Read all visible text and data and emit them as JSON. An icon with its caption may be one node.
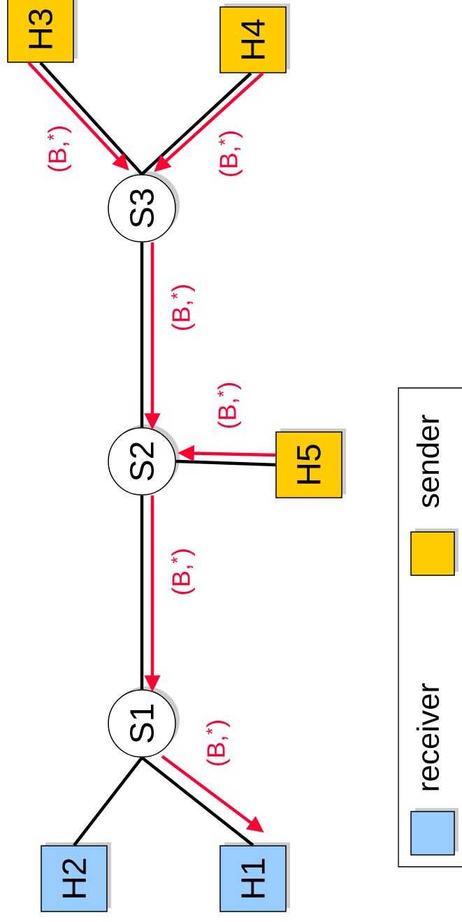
{
  "diagram": {
    "nodes": [
      {
        "text": [
          "H3"
        ]
      },
      {
        "text": [
          "H4"
        ]
      },
      {
        "text": [
          "S3"
        ]
      },
      {
        "text": [
          "S2"
        ]
      },
      {
        "text": [
          "H5"
        ]
      },
      {
        "text": [
          "S1"
        ]
      },
      {
        "text": [
          "H2"
        ]
      },
      {
        "text": [
          "H1"
        ]
      }
    ],
    "edges": [
      {
        "from": 0,
        "to": 2,
        "arrow": "none"
      },
      {
        "from": 0,
        "to": 2,
        "arrow": "to",
        "color": "#ff0033",
        "label": "(B,$^{*}$)"
      },
      {
        "from": 1,
        "to": 2,
        "arrow": "none"
      },
      {
        "from": 1,
        "to": 2,
        "arrow": "to",
        "color": "#ff0033",
        "label": "(B,$^{*}$)"
      },
      {
        "from": 2,
        "to": 3,
        "arrow": "none"
      },
      {
        "from": 2,
        "to": 3,
        "arrow": "to",
        "color": "#ff0033",
        "label": "(B,$^{*}$)"
      },
      {
        "from": 4,
        "to": 3,
        "arrow": "none"
      },
      {
        "from": 4,
        "to": 3,
        "arrow": "to",
        "color": "#ff0033",
        "label": "(B,$^{*}$)"
      },
      {
        "from": 3,
        "to": 5,
        "arrow": "none"
      },
      {
        "from": 3,
        "to": 5,
        "arrow": "to",
        "color": "#ff0033",
        "label": "(B,$^{*}$)"
      },
      {
        "from": 5,
        "to": 6,
        "arrow": "none"
      },
      {
        "from": 5,
        "to": 7,
        "arrow": "none"
      },
      {
        "from": 5,
        "to": 7,
        "arrow": "to",
        "color": "#ff0033",
        "label": "(B,$^{*}$)"
      }
    ],
    "legend": [
      {
        "text": "receiver",
        "color": "#99ccff"
      },
      {
        "text": "sender",
        "color": "#ffcc00"
      }
    ]
  }
}
